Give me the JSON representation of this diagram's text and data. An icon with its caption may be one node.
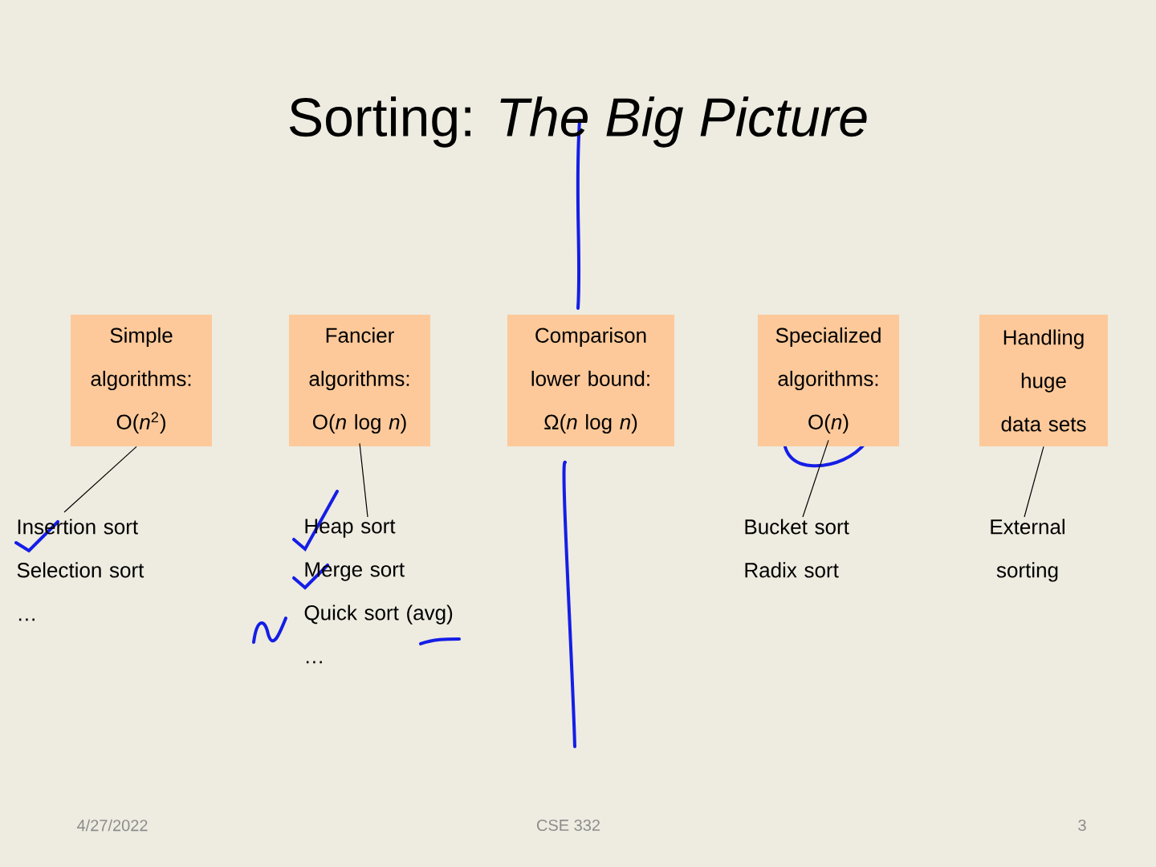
{
  "diagram": {
    "title": "Sorting: *The Big Picture*",
    "nodes": [
      {
        "text": [
          "Simple algorithms: O(*n*$^{2}$)"
        ]
      },
      {
        "text": [
          "Fancier algorithms: O(*n* log *n*)"
        ]
      },
      {
        "text": [
          "Comparison lower bound: Ω(*n* log *n*)"
        ]
      },
      {
        "text": [
          "Specialized algorithms: O(*n*)"
        ]
      },
      {
        "text": [
          "Handling huge data sets"
        ]
      },
      {
        "text": [
          "Insertion sort",
          "Selection sort",
          "…"
        ]
      },
      {
        "text": [
          "Heap sort",
          "Merge sort",
          "Quick sort (avg)",
          "…"
        ]
      },
      {
        "text": [
          "Bucket sort",
          "Radix sort"
        ]
      },
      {
        "text": [
          "External sorting"
        ]
      }
    ],
    "edges": [
      {
        "from": 0,
        "to": 5,
        "arrow": "none"
      },
      {
        "from": 1,
        "to": 6,
        "arrow": "none"
      },
      {
        "from": 3,
        "to": 7,
        "arrow": "none"
      },
      {
        "from": 4,
        "to": 8,
        "arrow": "none"
      }
    ],
    "labels": [
      "4/27/2022",
      "CSE 332",
      "3"
    ]
  }
}
